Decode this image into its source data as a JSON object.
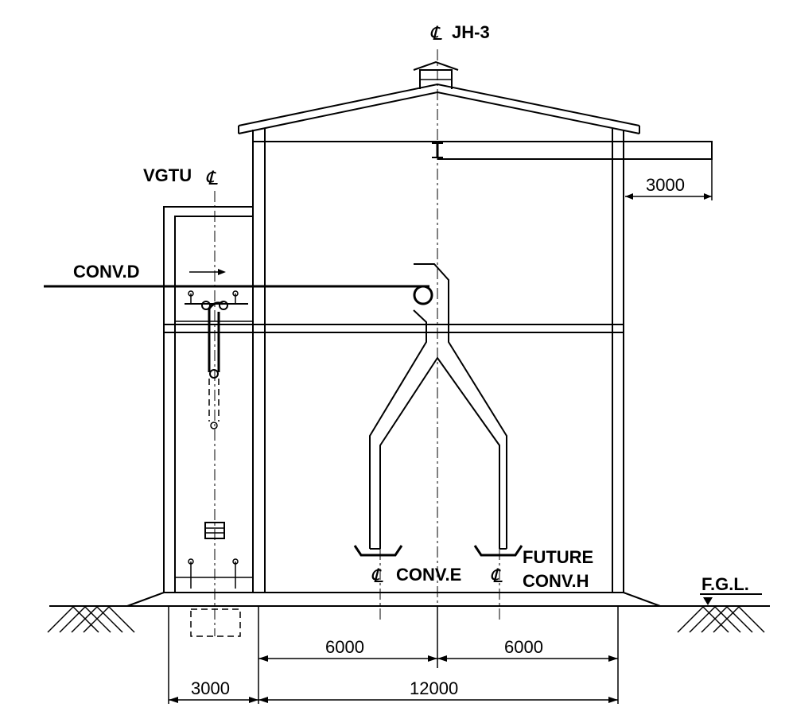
{
  "labels": {
    "jh3": "JH-3",
    "vgtu": "VGTU",
    "conv_d": "CONV.D",
    "conv_e": "CONV.E",
    "future": "FUTURE",
    "conv_h": "CONV.H",
    "fgl": "F.G.L."
  },
  "centerline_symbol": "℄",
  "dimensions": {
    "roof_overhang": "3000",
    "left_half": "6000",
    "right_half": "6000",
    "side_bay": "3000",
    "total_width": "12000"
  },
  "colors": {
    "line": "#000000",
    "background": "#ffffff"
  }
}
